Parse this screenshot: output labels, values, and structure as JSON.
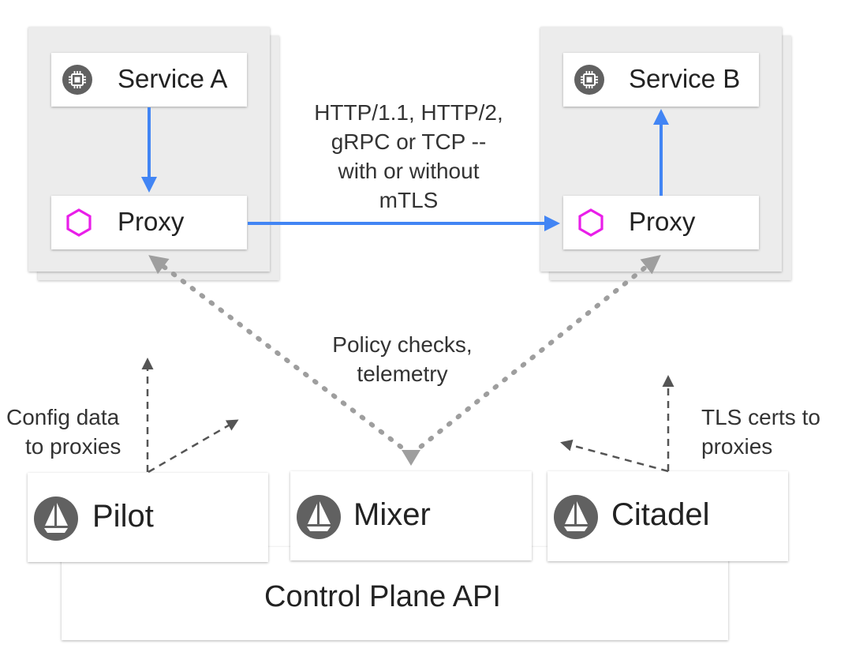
{
  "services": {
    "a": {
      "label": "Service A",
      "icon": "chip-icon"
    },
    "b": {
      "label": "Service B",
      "icon": "chip-icon"
    }
  },
  "proxies": {
    "a": {
      "label": "Proxy",
      "icon": "hexagon-icon",
      "icon_color": "#e91ee9"
    },
    "b": {
      "label": "Proxy",
      "icon": "hexagon-icon",
      "icon_color": "#e91ee9"
    }
  },
  "traffic_note": {
    "line1": "HTTP/1.1, HTTP/2,",
    "line2": "gRPC or TCP --",
    "line3": "with or without",
    "line4": "mTLS"
  },
  "policy_note": {
    "line1": "Policy checks,",
    "line2": "telemetry"
  },
  "config_note": {
    "line1": "Config data",
    "line2": "to proxies"
  },
  "tls_note": {
    "line1": "TLS certs to",
    "line2": "proxies"
  },
  "components": {
    "pilot": {
      "label": "Pilot",
      "icon": "sailboat-icon"
    },
    "mixer": {
      "label": "Mixer",
      "icon": "sailboat-icon"
    },
    "citadel": {
      "label": "Citadel",
      "icon": "sailboat-icon"
    }
  },
  "control_plane": {
    "label": "Control Plane API"
  },
  "colors": {
    "data_flow": "#4285f4",
    "control_flow": "#9e9e9e",
    "accent": "#e91ee9",
    "icon_bg": "#616161"
  }
}
